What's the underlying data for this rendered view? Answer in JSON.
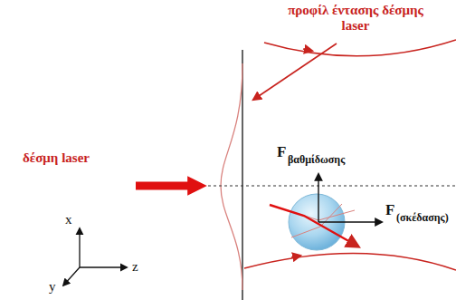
{
  "diagram": {
    "labels": [
      "προφίλ έντασης δέσμης laser",
      "δέσμη laser",
      "F",
      "βαθμίδωσης",
      "F",
      "(σκέδασης)",
      "x",
      "y",
      "z"
    ]
  }
}
